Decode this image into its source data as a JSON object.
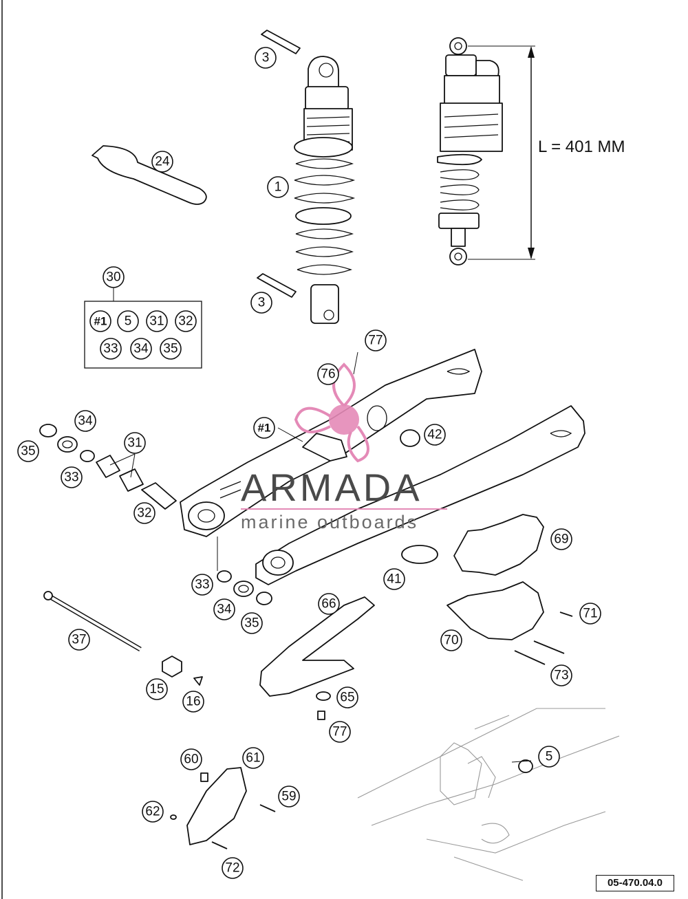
{
  "dimension": {
    "label": "L = 401 MM"
  },
  "watermark": {
    "title": "ARMADA",
    "subtitle": "marine outboards",
    "accent": "#e48ab7"
  },
  "diagram_ref": "05-470.04.0",
  "callouts": {
    "c3a": "3",
    "c24": "24",
    "c1": "1",
    "c3b": "3",
    "c30": "30",
    "k_h1": "#1",
    "k_5": "5",
    "k_31": "31",
    "k_32": "32",
    "k_33": "33",
    "k_34": "34",
    "k_35": "35",
    "c77a": "77",
    "c76": "76",
    "c_h1": "#1",
    "c42": "42",
    "c34a": "34",
    "c35a": "35",
    "c31": "31",
    "c33a": "33",
    "c32": "32",
    "c69": "69",
    "c41": "41",
    "c33b": "33",
    "c34b": "34",
    "c35b": "35",
    "c66": "66",
    "c71": "71",
    "c70": "70",
    "c73": "73",
    "c37": "37",
    "c15": "15",
    "c16": "16",
    "c65": "65",
    "c77b": "77",
    "c60": "60",
    "c61": "61",
    "c5": "5",
    "c59": "59",
    "c62": "62",
    "c72": "72"
  }
}
